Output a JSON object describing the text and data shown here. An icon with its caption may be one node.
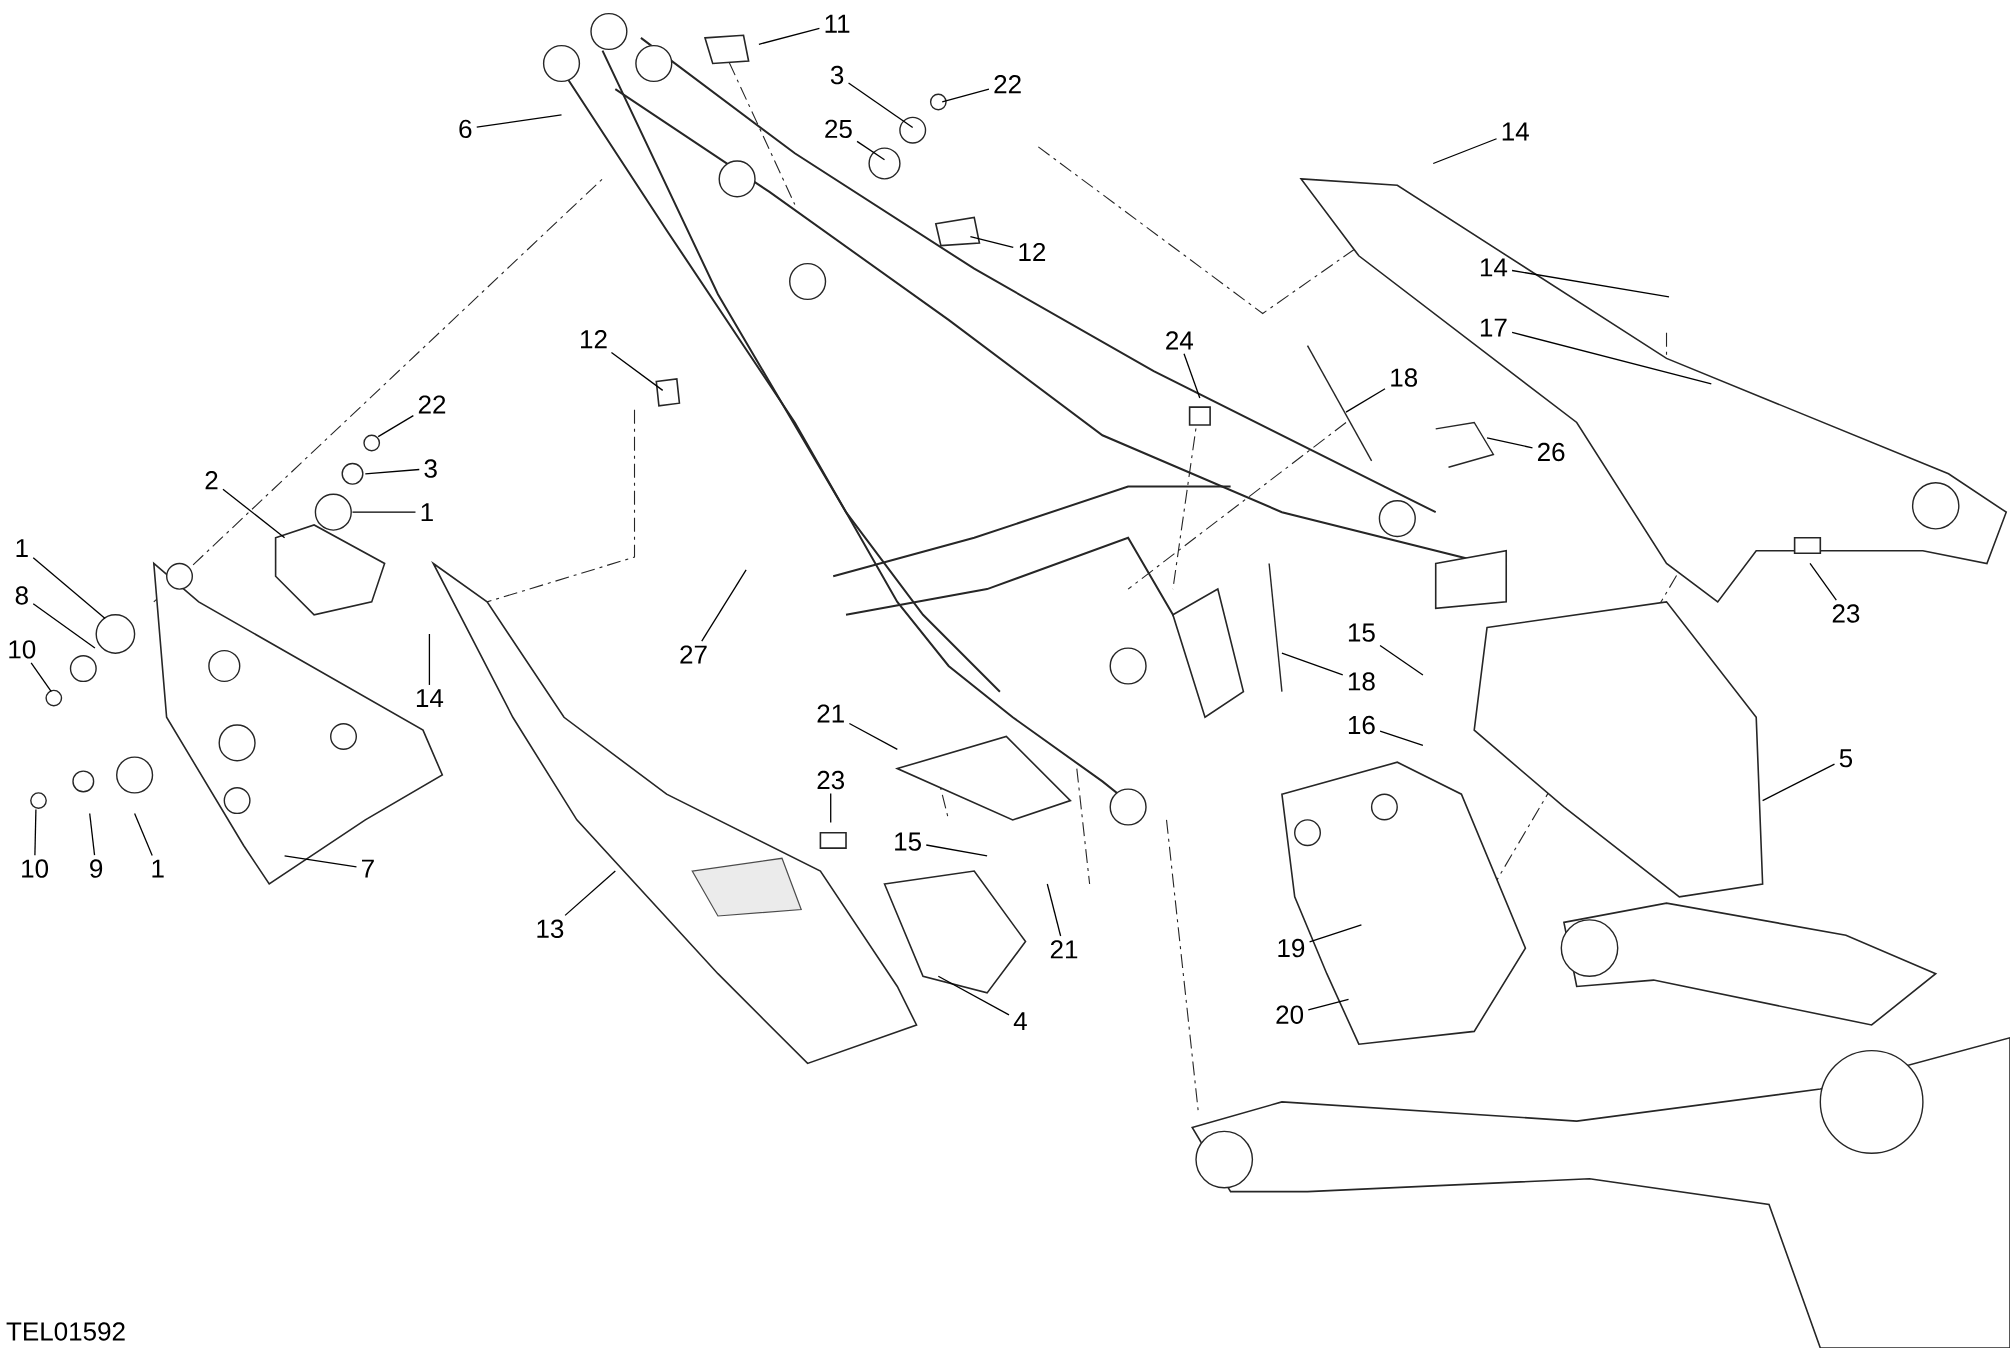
{
  "diagram": {
    "nodes": [
      {
        "text": [
          "11"
        ]
      },
      {
        "text": [
          "6"
        ]
      },
      {
        "text": [
          "3"
        ]
      },
      {
        "text": [
          "22"
        ]
      },
      {
        "text": [
          "25"
        ]
      },
      {
        "text": [
          "12"
        ]
      },
      {
        "text": [
          "14"
        ]
      },
      {
        "text": [
          "14"
        ]
      },
      {
        "text": [
          "17"
        ]
      },
      {
        "text": [
          "12"
        ]
      },
      {
        "text": [
          "24"
        ]
      },
      {
        "text": [
          "18"
        ]
      },
      {
        "text": [
          "26"
        ]
      },
      {
        "text": [
          "22"
        ]
      },
      {
        "text": [
          "3"
        ]
      },
      {
        "text": [
          "2"
        ]
      },
      {
        "text": [
          "1"
        ]
      },
      {
        "text": [
          "1"
        ]
      },
      {
        "text": [
          "8"
        ]
      },
      {
        "text": [
          "10"
        ]
      },
      {
        "text": [
          "14"
        ]
      },
      {
        "text": [
          "27"
        ]
      },
      {
        "text": [
          "23"
        ]
      },
      {
        "text": [
          "15"
        ]
      },
      {
        "text": [
          "18"
        ]
      },
      {
        "text": [
          "16"
        ]
      },
      {
        "text": [
          "21"
        ]
      },
      {
        "text": [
          "5"
        ]
      },
      {
        "text": [
          "23"
        ]
      },
      {
        "text": [
          "15"
        ]
      },
      {
        "text": [
          "10"
        ]
      },
      {
        "text": [
          "9"
        ]
      },
      {
        "text": [
          "1"
        ]
      },
      {
        "text": [
          "7"
        ]
      },
      {
        "text": [
          "21"
        ]
      },
      {
        "text": [
          "19"
        ]
      },
      {
        "text": [
          "13"
        ]
      },
      {
        "text": [
          "4"
        ]
      },
      {
        "text": [
          "20"
        ]
      }
    ],
    "edges": [
      {
        "from": 0,
        "to": null,
        "arrow": "none"
      },
      {
        "from": 1,
        "to": null,
        "arrow": "none"
      },
      {
        "from": 2,
        "to": null,
        "arrow": "none"
      },
      {
        "from": 3,
        "to": null,
        "arrow": "none"
      },
      {
        "from": 4,
        "to": null,
        "arrow": "none"
      },
      {
        "from": 5,
        "to": null,
        "arrow": "none"
      },
      {
        "from": 6,
        "to": null,
        "arrow": "none"
      },
      {
        "from": 7,
        "to": null,
        "arrow": "none"
      },
      {
        "from": 8,
        "to": null,
        "arrow": "none"
      },
      {
        "from": 9,
        "to": null,
        "arrow": "none"
      },
      {
        "from": 10,
        "to": null,
        "arrow": "none"
      },
      {
        "from": 11,
        "to": null,
        "arrow": "none"
      },
      {
        "from": 12,
        "to": null,
        "arrow": "none"
      },
      {
        "from": 13,
        "to": null,
        "arrow": "none"
      },
      {
        "from": 14,
        "to": null,
        "arrow": "none"
      },
      {
        "from": 15,
        "to": null,
        "arrow": "none"
      },
      {
        "from": 16,
        "to": null,
        "arrow": "none"
      },
      {
        "from": 17,
        "to": null,
        "arrow": "none"
      },
      {
        "from": 18,
        "to": null,
        "arrow": "none"
      },
      {
        "from": 19,
        "to": null,
        "arrow": "none"
      },
      {
        "from": 20,
        "to": null,
        "arrow": "none"
      },
      {
        "from": 21,
        "to": null,
        "arrow": "none"
      },
      {
        "from": 22,
        "to": null,
        "arrow": "none"
      },
      {
        "from": 23,
        "to": null,
        "arrow": "none"
      },
      {
        "from": 24,
        "to": null,
        "arrow": "none"
      },
      {
        "from": 25,
        "to": null,
        "arrow": "none"
      },
      {
        "from": 26,
        "to": null,
        "arrow": "none"
      },
      {
        "from": 27,
        "to": null,
        "arrow": "none"
      },
      {
        "from": 28,
        "to": null,
        "arrow": "none"
      },
      {
        "from": 29,
        "to": null,
        "arrow": "none"
      },
      {
        "from": 30,
        "to": null,
        "arrow": "none"
      },
      {
        "from": 31,
        "to": null,
        "arrow": "none"
      },
      {
        "from": 32,
        "to": null,
        "arrow": "none"
      },
      {
        "from": 33,
        "to": null,
        "arrow": "none"
      },
      {
        "from": 34,
        "to": null,
        "arrow": "none"
      },
      {
        "from": 35,
        "to": null,
        "arrow": "none"
      },
      {
        "from": 36,
        "to": null,
        "arrow": "none"
      },
      {
        "from": 37,
        "to": null,
        "arrow": "none"
      },
      {
        "from": 38,
        "to": null,
        "arrow": "none"
      }
    ],
    "labels": [
      "TEL01592"
    ]
  }
}
